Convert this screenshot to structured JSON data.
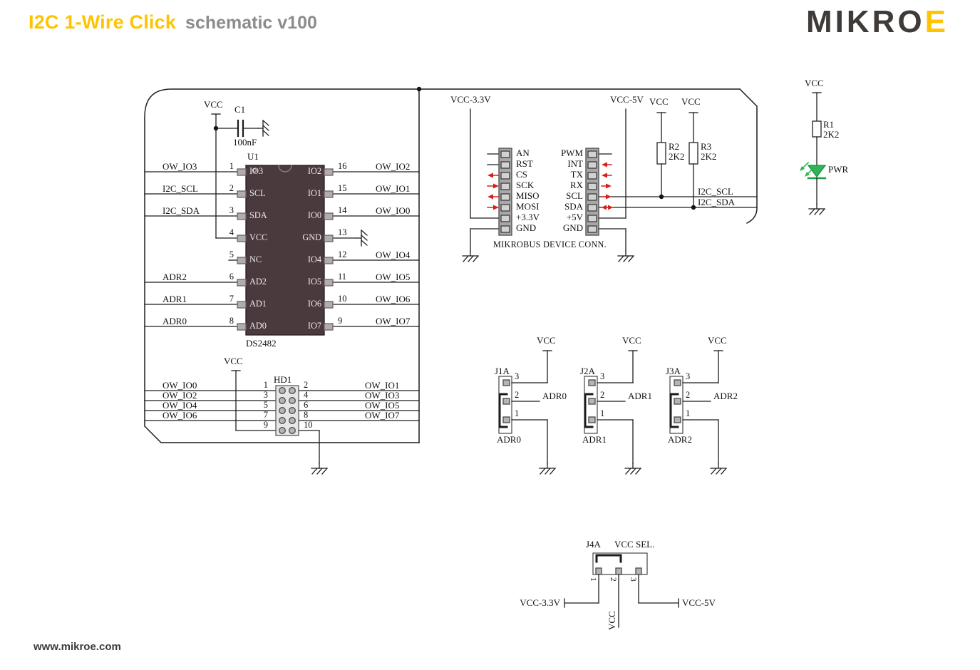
{
  "header": {
    "title": "I2C 1-Wire Click",
    "subtitle": "schematic v100",
    "logo_text": "MIKRO",
    "logo_accent": "E"
  },
  "footer": {
    "site": "www.mikroe.com"
  },
  "colors": {
    "accent": "#FFC400",
    "wire": "#1C1C1C",
    "arrow_red": "#D42119",
    "led_green": "#2FB457"
  },
  "u1": {
    "ref": "U1",
    "part": "DS2482",
    "vcc_label": "VCC",
    "c1": {
      "ref": "C1",
      "value": "100nF"
    },
    "left": [
      {
        "num": "1",
        "pin": "IO3",
        "net": "OW_IO3"
      },
      {
        "num": "2",
        "pin": "SCL",
        "net": "I2C_SCL"
      },
      {
        "num": "3",
        "pin": "SDA",
        "net": "I2C_SDA"
      },
      {
        "num": "4",
        "pin": "VCC",
        "net": ""
      },
      {
        "num": "5",
        "pin": "NC",
        "net": ""
      },
      {
        "num": "6",
        "pin": "AD2",
        "net": "ADR2"
      },
      {
        "num": "7",
        "pin": "AD1",
        "net": "ADR1"
      },
      {
        "num": "8",
        "pin": "AD0",
        "net": "ADR0"
      }
    ],
    "right": [
      {
        "num": "16",
        "pin": "IO2",
        "net": "OW_IO2"
      },
      {
        "num": "15",
        "pin": "IO1",
        "net": "OW_IO1"
      },
      {
        "num": "14",
        "pin": "IO0",
        "net": "OW_IO0"
      },
      {
        "num": "13",
        "pin": "GND",
        "net": ""
      },
      {
        "num": "12",
        "pin": "IO4",
        "net": "OW_IO4"
      },
      {
        "num": "11",
        "pin": "IO5",
        "net": "OW_IO5"
      },
      {
        "num": "10",
        "pin": "IO6",
        "net": "OW_IO6"
      },
      {
        "num": "9",
        "pin": "IO7",
        "net": "OW_IO7"
      }
    ]
  },
  "hd1": {
    "ref": "HD1",
    "vcc": "VCC",
    "left": [
      {
        "num": "1",
        "net": "OW_IO0"
      },
      {
        "num": "3",
        "net": "OW_IO2"
      },
      {
        "num": "5",
        "net": "OW_IO4"
      },
      {
        "num": "7",
        "net": "OW_IO6"
      },
      {
        "num": "9",
        "net": ""
      }
    ],
    "right": [
      {
        "num": "2",
        "net": "OW_IO1"
      },
      {
        "num": "4",
        "net": "OW_IO3"
      },
      {
        "num": "6",
        "net": "OW_IO5"
      },
      {
        "num": "8",
        "net": "OW_IO7"
      },
      {
        "num": "10",
        "net": ""
      }
    ]
  },
  "mikrobus": {
    "caption": "MIKROBUS DEVICE CONN.",
    "vcc33": "VCC-3.3V",
    "vcc5": "VCC-5V",
    "left_pins": [
      "AN",
      "RST",
      "CS",
      "SCK",
      "MISO",
      "MOSI",
      "+3.3V",
      "GND"
    ],
    "right_pins": [
      "PWM",
      "INT",
      "TX",
      "RX",
      "SCL",
      "SDA",
      "+5V",
      "GND"
    ],
    "r2": {
      "ref": "R2",
      "value": "2K2",
      "vcc": "VCC"
    },
    "r3": {
      "ref": "R3",
      "value": "2K2",
      "vcc": "VCC"
    },
    "net_scl": "I2C_SCL",
    "net_sda": "I2C_SDA"
  },
  "jumpers": [
    {
      "ref": "J1A",
      "vcc": "VCC",
      "net": "ADR0",
      "pins": [
        "3",
        "2",
        "1"
      ]
    },
    {
      "ref": "J2A",
      "vcc": "VCC",
      "net": "ADR1",
      "pins": [
        "3",
        "2",
        "1"
      ]
    },
    {
      "ref": "J3A",
      "vcc": "VCC",
      "net": "ADR2",
      "pins": [
        "3",
        "2",
        "1"
      ]
    }
  ],
  "j4a": {
    "ref": "J4A",
    "caption": "VCC SEL.",
    "pins": [
      "1",
      "2",
      "3"
    ],
    "net1": "VCC-3.3V",
    "net2": "VCC",
    "net3": "VCC-5V"
  },
  "pwr": {
    "vcc": "VCC",
    "r1": {
      "ref": "R1",
      "value": "2K2"
    },
    "led": "PWR"
  }
}
